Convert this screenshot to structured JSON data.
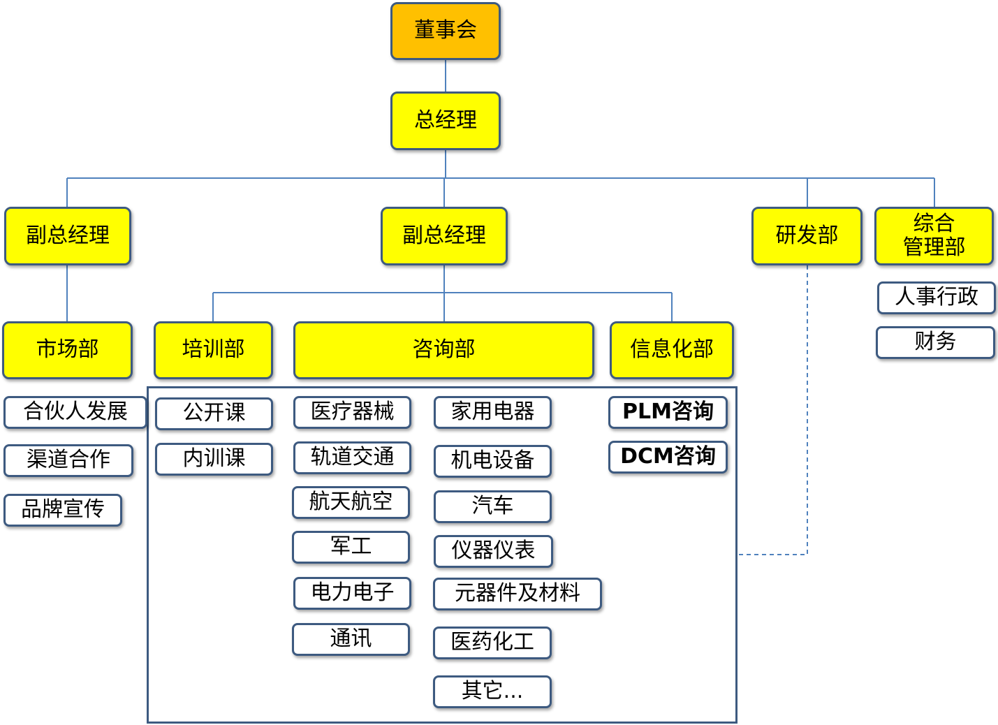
{
  "nodes": {
    "board": "董事会",
    "gm": "总经理",
    "vp_left": "副总经理",
    "vp_center": "副总经理",
    "rd": "研发部",
    "admin": "综合\n管理部",
    "hr": "人事行政",
    "finance": "财务",
    "marketing": "市场部",
    "training": "培训部",
    "consulting": "咨询部",
    "it": "信息化部"
  },
  "marketing_items": [
    "合伙人发展",
    "渠道合作",
    "品牌宣传"
  ],
  "training_items": [
    "公开课",
    "内训课"
  ],
  "consulting_col1": [
    "医疗器械",
    "轨道交通",
    "航天航空",
    "军工",
    "电力电子",
    "通讯"
  ],
  "consulting_col2": [
    "家用电器",
    "机电设备",
    "汽车",
    "仪器仪表",
    "元器件及材料",
    "医药化工",
    "其它..."
  ],
  "it_items": [
    "PLM咨询",
    "DCM咨询"
  ],
  "colors": {
    "manager_fill": "#ffff00",
    "board_fill": "#ffc000",
    "border": "#3d5a80",
    "connector": "#4f81bd"
  }
}
